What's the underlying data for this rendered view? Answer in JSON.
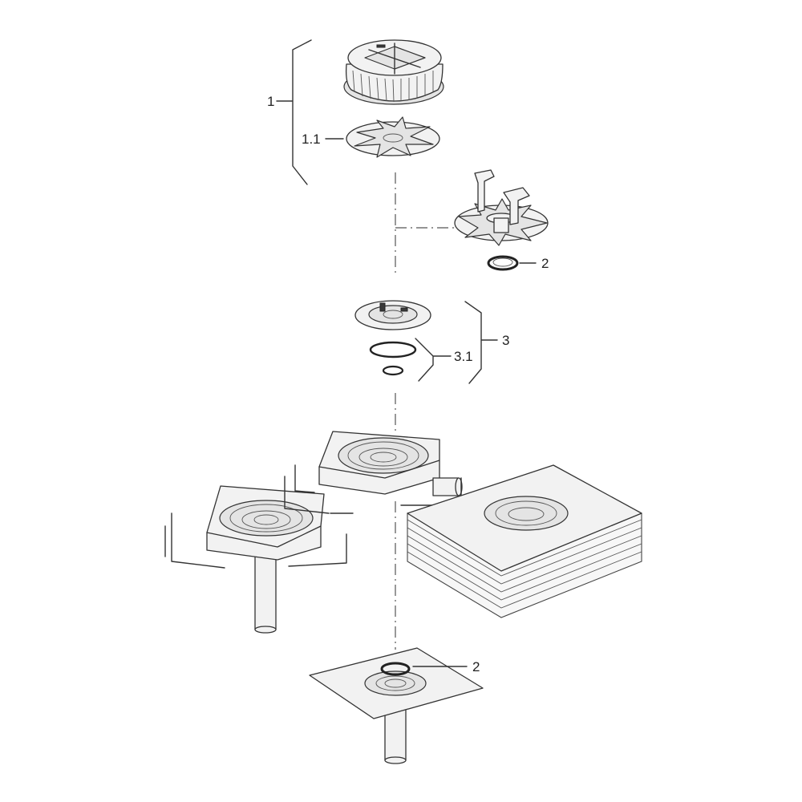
{
  "callouts": {
    "c1": "1",
    "c1_1": "1.1",
    "c2_top": "2",
    "c3": "3",
    "c3_1": "3.1",
    "c2_bottom": "2"
  }
}
